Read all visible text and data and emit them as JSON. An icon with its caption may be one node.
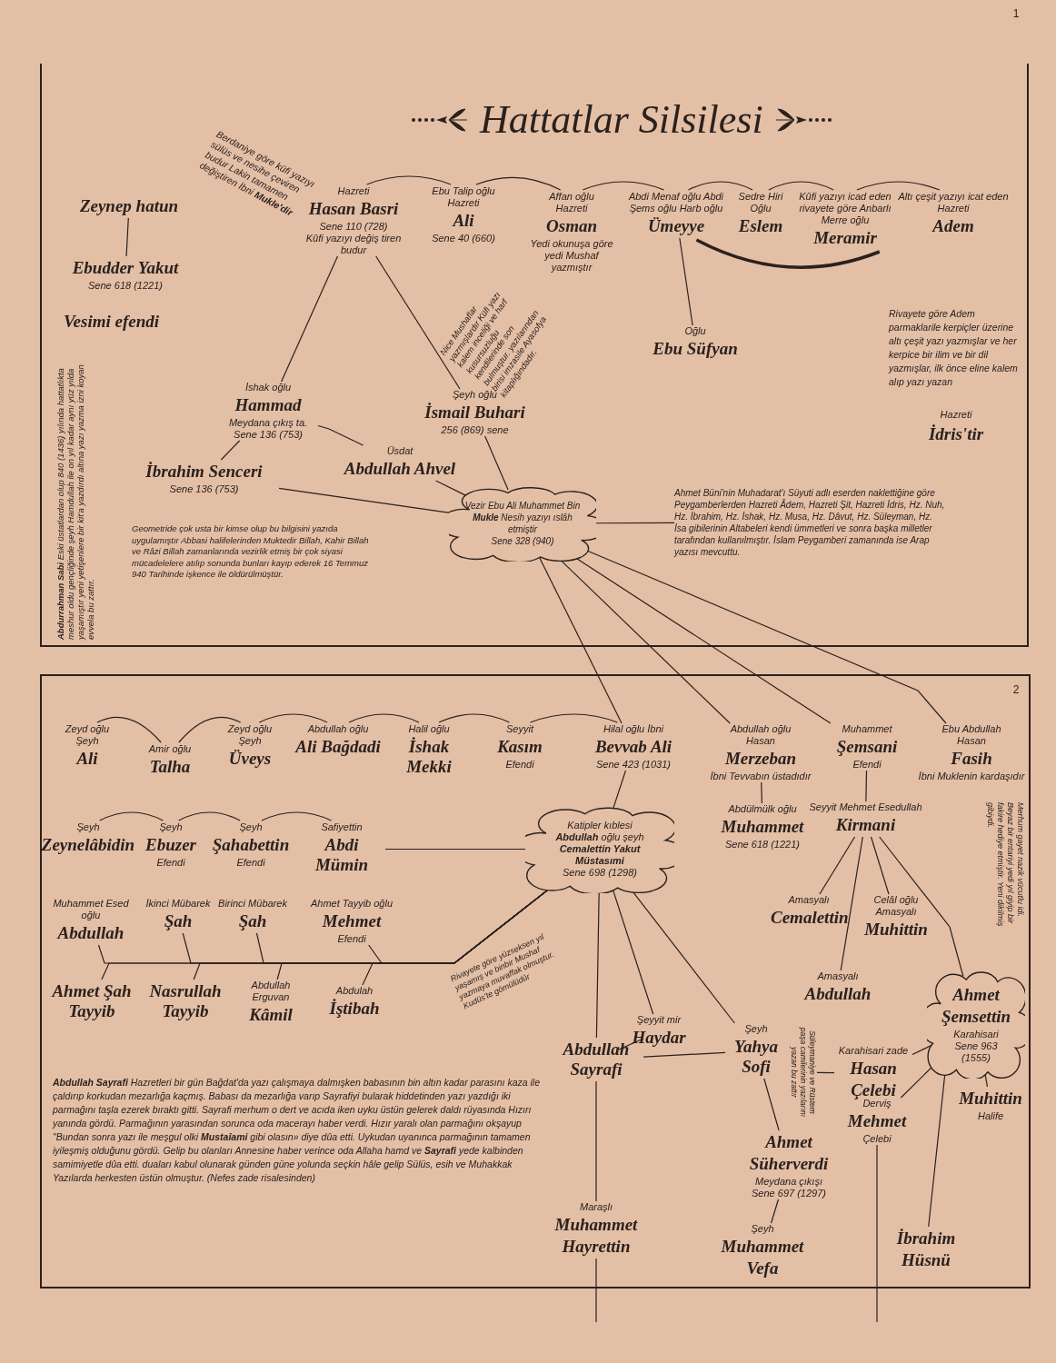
{
  "diagram": {
    "title": "Hattatlar Silsilesi",
    "nodes": [
      {
        "text": [
          "Zeynep hatun"
        ]
      },
      {
        "text": [
          "Ebudder Yakut",
          "Sene 618 (1221)"
        ]
      },
      {
        "text": [
          "Hazreti",
          "Hasan Basri",
          "Sene 110 (728)",
          "Kûfi yazıyı değiş tiren budur"
        ]
      },
      {
        "text": [
          "Ebu Talip oğlu",
          "Hazreti",
          "Ali",
          "Sene 40 (660)"
        ]
      },
      {
        "text": [
          "Affan oğlu",
          "Hazreti",
          "Osman",
          "Yedi okunuşa göre yedi Mushaf yazmıştır"
        ]
      },
      {
        "text": [
          "Abdi Menaf oğlu Abdi Şems oğlu Harb oğlu",
          "Ümeyye"
        ]
      },
      {
        "text": [
          "Sedre Hiri",
          "Oğlu",
          "Eslem"
        ]
      },
      {
        "text": [
          "Kûfi yazıyı icad eden rivayete göre Anbarlı Merre oğlu",
          "Meramir"
        ]
      },
      {
        "text": [
          "Altı çeşit yazıyı icat eden",
          "Hazreti",
          "Adem"
        ]
      },
      {
        "text": [
          "Oğlu",
          "Ebu Süfyan"
        ]
      },
      {
        "text": [
          "İshak oğlu",
          "Hammad",
          "Meydana çıkış ta.",
          "Sene 136 (753)"
        ]
      },
      {
        "text": [
          "Şeyh oğlu",
          "İsmail Buhari",
          "256 (869) sene"
        ]
      },
      {
        "text": [
          "İbrahim Senceri",
          "Sene 136 (753)"
        ]
      },
      {
        "text": [
          "Üsdat",
          "Abdullah Ahvel"
        ]
      },
      {
        "text": [
          "Vezir Ebu Ali Muhammet Bin **Mukle** Nesih yazıyı ıslâh etmiştir",
          "Sene 328 (940)"
        ]
      },
      {
        "text": [
          "Ahmet Büni'nin Muhadarat'ı Süyuti adlı eserden naklettiğine göre Peygamberlerden Hazreti Âdem, Hazreti Şit, Hazreti İdris, Hz. Nuh, Hz. İbrahim, Hz. İshak, Hz. Musa, Hz. Dâvut, Hz. Süleyman, Hz. İsa gibilerinin Altabeleri kendi ümmetleri ve sonra başka milletler tarafından kullanılmıştır. İslam Peygamberi zamanında ise Arap yazısı mevcuttu."
        ]
      },
      {
        "text": [
          "Zeyd oğlu",
          "Şeyh",
          "Ali"
        ]
      },
      {
        "text": [
          "Amir oğlu",
          "Talha"
        ]
      },
      {
        "text": [
          "Zeyd oğlu",
          "Şeyh",
          "Üveys"
        ]
      },
      {
        "text": [
          "Abdullah oğlu",
          "Ali Bağdadi"
        ]
      },
      {
        "text": [
          "Halil oğlu",
          "İshak Mekki"
        ]
      },
      {
        "text": [
          "Seyyit",
          "Kasım",
          "Efendi"
        ]
      },
      {
        "text": [
          "Hilal oğlu İbni",
          "Bevvab Ali",
          "Sene 423 (1031)"
        ]
      },
      {
        "text": [
          "Abdullah oğlu",
          "Hasan",
          "Merzeban",
          "İbni Tevvabın üstadıdır"
        ]
      },
      {
        "text": [
          "Abdülmülk oğlu",
          "Muhammet",
          "Sene 618 (1221)"
        ]
      },
      {
        "text": [
          "Muhammet",
          "Şemsani",
          "Efendi"
        ]
      },
      {
        "text": [
          "Seyyit Mehmet Esedullah",
          "Kirmani"
        ]
      },
      {
        "text": [
          "Ebu Abdullah",
          "Hasan",
          "Fasih",
          "İbni Muklenin kardaşıdır"
        ]
      },
      {
        "text": [
          "Şeyh",
          "Zeynelâbidin"
        ]
      },
      {
        "text": [
          "Şeyh",
          "Ebuzer",
          "Efendi"
        ]
      },
      {
        "text": [
          "Şeyh",
          "Şahabettin",
          "Efendi"
        ]
      },
      {
        "text": [
          "Safiyettin",
          "Abdi Mümin"
        ]
      },
      {
        "text": [
          "Katipler kıblesi",
          "**Abdullah** oğlu şeyh **Cemalettin Yakut Müstasımi**",
          "Sene 698 (1298)"
        ]
      },
      {
        "text": [
          "Muhammet Esed oğlu",
          "Abdullah"
        ]
      },
      {
        "text": [
          "İkinci Mübarek",
          "Şah"
        ]
      },
      {
        "text": [
          "Birinci Mübarek",
          "Şah"
        ]
      },
      {
        "text": [
          "Ahmet Tayyib oğlu",
          "Mehmet",
          "Efendi"
        ]
      },
      {
        "text": [
          "Ahmet Şah Tayyib"
        ]
      },
      {
        "text": [
          "Nasrullah Tayyib"
        ]
      },
      {
        "text": [
          "Abdullah",
          "Erguvan",
          "Kâmil"
        ]
      },
      {
        "text": [
          "Abdulah",
          "İştibah"
        ]
      },
      {
        "text": [
          "Amasyalı",
          "Cemalettin"
        ]
      },
      {
        "text": [
          "Celâl oğlu",
          "Amasyalı",
          "Muhittin"
        ]
      },
      {
        "text": [
          "Amasyalı",
          "Abdullah"
        ]
      },
      {
        "text": [
          "Ahmet",
          "Şemsettin",
          "Karahisari",
          "Sene 963 (1555)"
        ]
      },
      {
        "text": [
          "Şeyyit mir",
          "Haydar"
        ]
      },
      {
        "text": [
          "Abdullah Sayrafi"
        ]
      },
      {
        "text": [
          "Şeyh",
          "Yahya Sofi"
        ]
      },
      {
        "text": [
          "Karahisari zade",
          "Hasan",
          "Çelebi"
        ]
      },
      {
        "text": [
          "Süleymaniye ve Rüstem paşa camilerinin yazılarını yazan bu zattır"
        ]
      },
      {
        "text": [
          "Ahmet",
          "Süherverdi",
          "Meydana çıkışı Sene 697 (1297)"
        ]
      },
      {
        "text": [
          "Muhittin",
          "Halife"
        ]
      },
      {
        "text": [
          "Derviş",
          "Mehmet",
          "Çelebi"
        ]
      },
      {
        "text": [
          "Maraşlı",
          "Muhammet",
          "Hayrettin"
        ]
      },
      {
        "text": [
          "Şeyh",
          "Muhammet",
          "Vefa"
        ]
      },
      {
        "text": [
          "İbrahim",
          "Hüsnü"
        ]
      }
    ],
    "edges": [
      {
        "from": 0,
        "to": 1,
        "arrow": "none"
      },
      {
        "from": 2,
        "to": 3,
        "arrow": "none"
      },
      {
        "from": 3,
        "to": 4,
        "arrow": "none"
      },
      {
        "from": 4,
        "to": 5,
        "arrow": "none"
      },
      {
        "from": 5,
        "to": 6,
        "arrow": "none"
      },
      {
        "from": 6,
        "to": 7,
        "arrow": "none"
      },
      {
        "from": 7,
        "to": 8,
        "arrow": "none"
      },
      {
        "from": 5,
        "to": 7,
        "arrow": "none",
        "style": "thick"
      },
      {
        "from": 5,
        "to": 9,
        "arrow": "none"
      },
      {
        "from": 2,
        "to": 10,
        "arrow": "none"
      },
      {
        "from": 2,
        "to": 11,
        "arrow": "none"
      },
      {
        "from": 10,
        "to": 12,
        "arrow": "none"
      },
      {
        "from": 10,
        "to": 13,
        "arrow": "none"
      },
      {
        "from": 12,
        "to": 14,
        "arrow": "none"
      },
      {
        "from": 13,
        "to": 14,
        "arrow": "none"
      },
      {
        "from": 11,
        "to": 14,
        "arrow": "none"
      },
      {
        "from": 14,
        "to": 15,
        "arrow": "none"
      },
      {
        "from": 14,
        "to": 22,
        "arrow": "none"
      },
      {
        "from": 14,
        "to": 23,
        "arrow": "none"
      },
      {
        "from": 14,
        "to": 25,
        "arrow": "none"
      },
      {
        "from": 14,
        "to": 27,
        "arrow": "none"
      },
      {
        "from": 16,
        "to": 17,
        "arrow": "none"
      },
      {
        "from": 17,
        "to": 18,
        "arrow": "none"
      },
      {
        "from": 18,
        "to": 19,
        "arrow": "none"
      },
      {
        "from": 19,
        "to": 20,
        "arrow": "none"
      },
      {
        "from": 20,
        "to": 21,
        "arrow": "none"
      },
      {
        "from": 21,
        "to": 22,
        "arrow": "none"
      },
      {
        "from": 23,
        "to": 24,
        "arrow": "none"
      },
      {
        "from": 25,
        "to": 26,
        "arrow": "none"
      },
      {
        "from": 28,
        "to": 29,
        "arrow": "none"
      },
      {
        "from": 29,
        "to": 30,
        "arrow": "none"
      },
      {
        "from": 30,
        "to": 31,
        "arrow": "none"
      },
      {
        "from": 22,
        "to": 32,
        "arrow": "none"
      },
      {
        "from": 31,
        "to": 32,
        "arrow": "none"
      },
      {
        "from": 33,
        "to": 32,
        "arrow": "none"
      },
      {
        "from": 34,
        "to": 32,
        "arrow": "none"
      },
      {
        "from": 35,
        "to": 32,
        "arrow": "none"
      },
      {
        "from": 36,
        "to": 32,
        "arrow": "none"
      },
      {
        "from": 37,
        "to": 32,
        "arrow": "none"
      },
      {
        "from": 38,
        "to": 32,
        "arrow": "none"
      },
      {
        "from": 39,
        "to": 32,
        "arrow": "none"
      },
      {
        "from": 40,
        "to": 32,
        "arrow": "none"
      },
      {
        "from": 32,
        "to": 46,
        "arrow": "none"
      },
      {
        "from": 32,
        "to": 45,
        "arrow": "none"
      },
      {
        "from": 32,
        "to": 47,
        "arrow": "none"
      },
      {
        "from": 45,
        "to": 46,
        "arrow": "none"
      },
      {
        "from": 46,
        "to": 47,
        "arrow": "none"
      },
      {
        "from": 46,
        "to": 53,
        "arrow": "none"
      },
      {
        "from": 47,
        "to": 50,
        "arrow": "none"
      },
      {
        "from": 50,
        "to": 54,
        "arrow": "none"
      },
      {
        "from": 26,
        "to": 41,
        "arrow": "none"
      },
      {
        "from": 26,
        "to": 43,
        "arrow": "none"
      },
      {
        "from": 26,
        "to": 42,
        "arrow": "none"
      },
      {
        "from": 26,
        "to": 44,
        "arrow": "none"
      },
      {
        "from": 44,
        "to": 48,
        "arrow": "none"
      },
      {
        "from": 44,
        "to": 52,
        "arrow": "none"
      },
      {
        "from": 44,
        "to": 55,
        "arrow": "none"
      },
      {
        "from": 44,
        "to": 51,
        "arrow": "none"
      },
      {
        "from": 48,
        "to": 49,
        "arrow": "none"
      },
      {
        "from": 52,
        "to": null,
        "arrow": "none"
      },
      {
        "from": 53,
        "to": null,
        "arrow": "none"
      }
    ],
    "labels": [
      "1",
      "Vesimi efendi",
      "Berdaniye göre küfi yazıyı sülüs ve nesihe çeviren budur Lakin tamamen değiştiren İbni **Mukle'dir**",
      "Nice Mushaflar yazmışlardır Küfi yazı kalem inceliği ve harf kusursuzluğu kendilerinde son bulmuştur. yazılarından birisi imzasile Ayasofya kitaplığındadır.",
      "Rivayete göre Adem parmaklarile kerpiçler üzerine altı çeşit yazı yazmışlar ve her kerpice bir ilim ve bir dil yazmışlar, ilk önce eline kalem alıp yazı yazan",
      "Hazreti",
      "İdris'tir",
      "**Abdurrahman Sabi** Eski üstatlardan olup 840 (1436) yılında hattatlıkta meshur oldu gençliğinde şeyh Hamdullah ile on yıl kadar aynı yüz yılda yaşamıştır yeni yetişenlere bir kit'a yazdırdı altına yazı yazma izni koyan evvela bu zattır.",
      "Geometride çok usta bir kimse olup bu bilgisini yazıda uygulamıştır Abbasi halifelerinden Muktedir Billah, Kahir Billah ve Râzi Billah zamanlarında vezirlik etmiş bir çok siyasi mücadelelere atılıp sonunda bunları kayıp ederek 16 Temmuz 940 Tarihinde işkence ile öldürülmüştür.",
      "2",
      "Merhum gayet nazik vücutlu idi. Beyaz bir entariyi yedi yıl giyip bir fakire hediye etmiştir. Yeni dikilmiş gibiydi.",
      "Rivayete göre yüzseksen yıl yaşamış ve binbir Mushaf yazmaya muvaffak olmuştur. Kudüs'te gömülüdür",
      "**Abdullah Sayrafi** Hazretleri bir gün Bağdat'da yazı çalışmaya dalmışken babasının bin altın kadar parasını kaza ile çaldırıp korkudan mezarlığa kaçmış. Babası da mezarlığa varıp Sayrafiyi bularak hiddetinden yazı yazdığı iki parmağını taşla ezerek bıraktı gitti. Sayrafi merhum o dert ve acıda iken uyku üstün gelerek daldı rüyasında Hızırı yanında gördü. Parmağının yarasından sorunca oda macerayı haber verdi. Hızır yaralı olan parmağını okşayup \"Bundan sonra yazı ile meşgul olki **Mustaîami** gibi olasın» diye dûa etti. Uykudan uyanınca parmağının tamamen iyileşmiş olduğunu gördü. Gelip bu olanları Annesine haber verince oda Allaha hamd ve **Sayrafi** yede kalbinden samimiyetle dûa etti. duaları kabul olunarak günden güne yolunda seçkin hâle gelip Sülüs, esih ve Muhakkak Yazılarda herkesten üstün olmuştur. (Nefes zade risalesinden)"
    ]
  }
}
